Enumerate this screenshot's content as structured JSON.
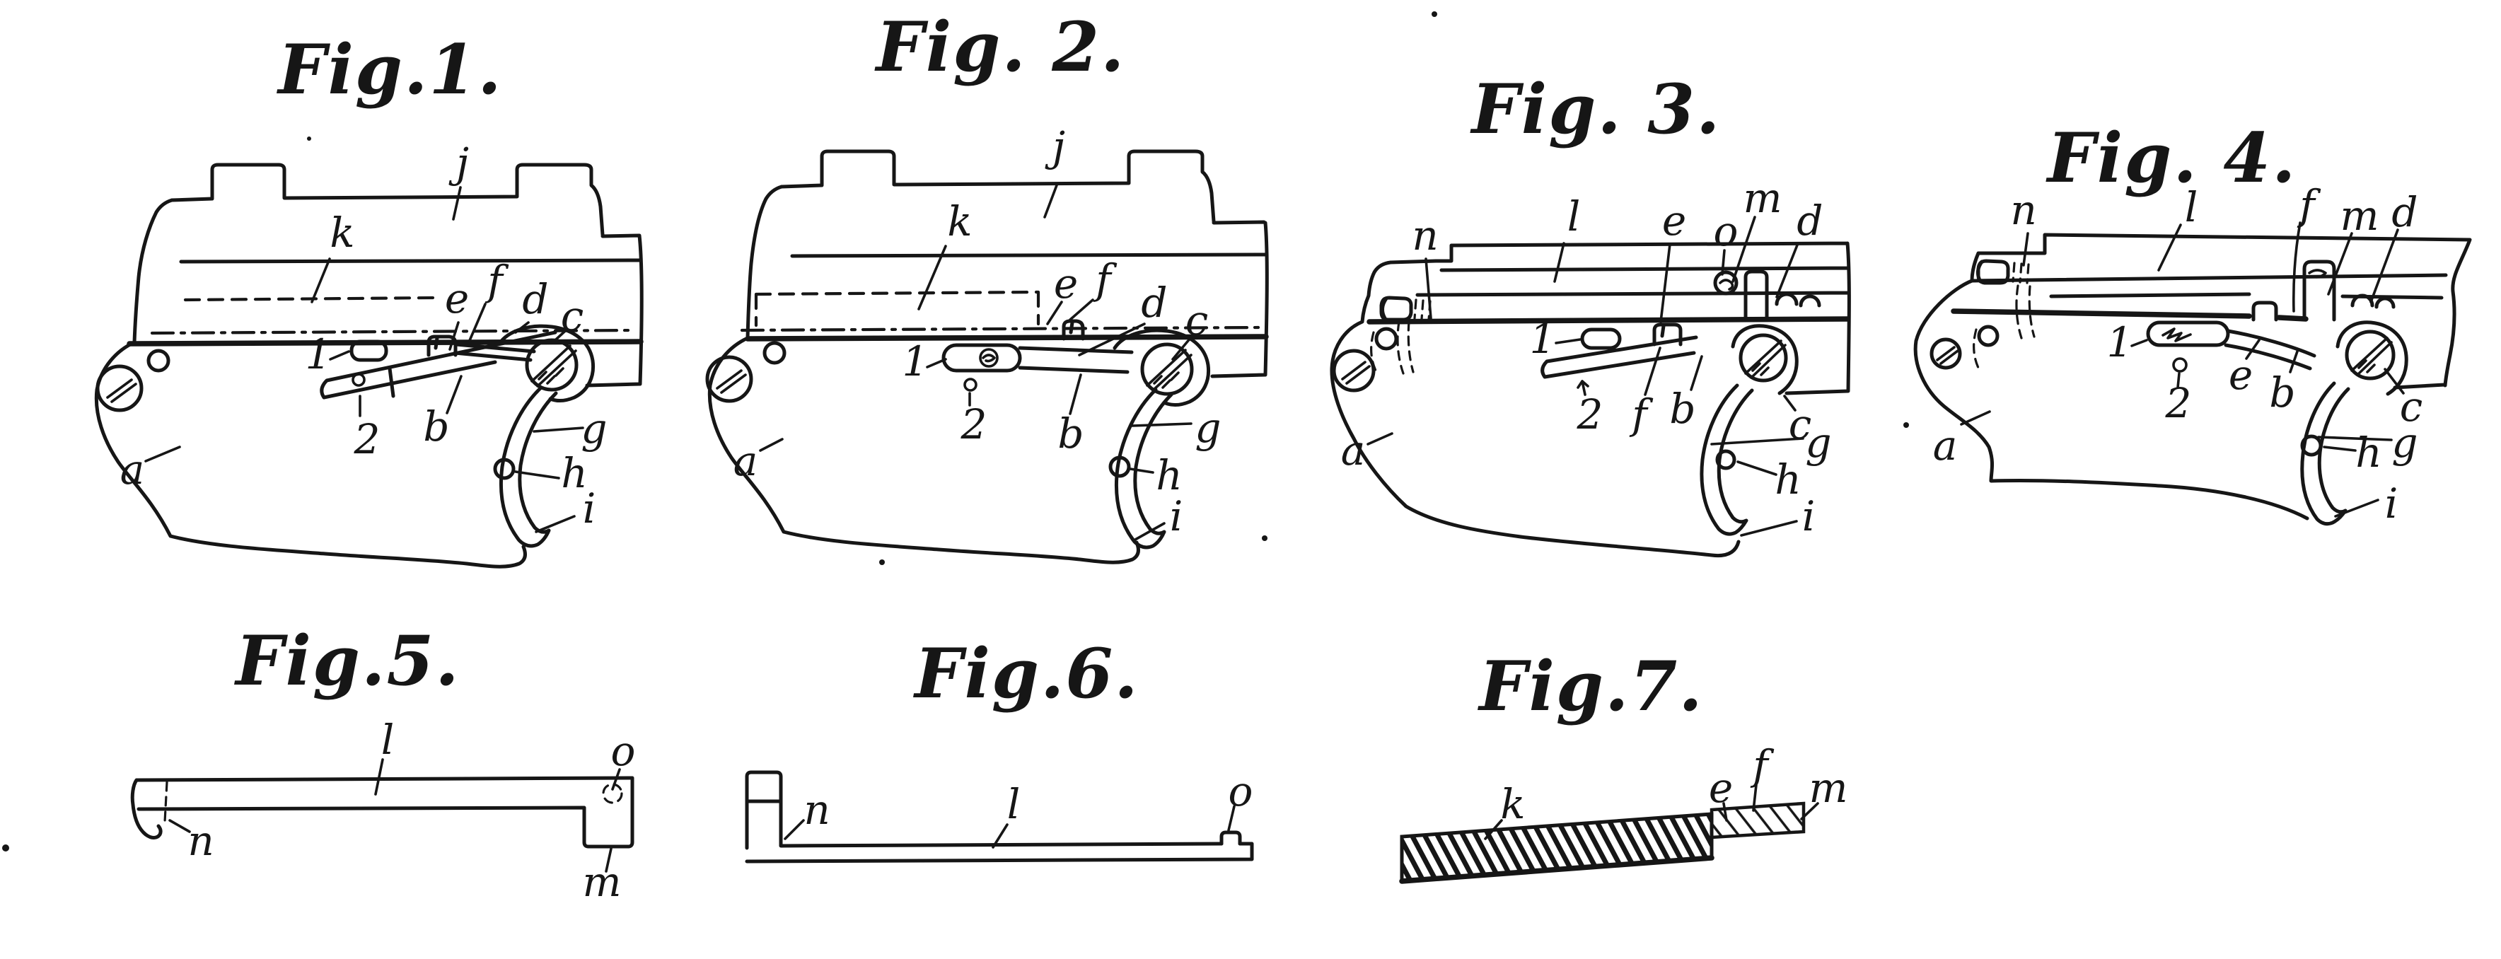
{
  "page": {
    "background": "#ffffff",
    "ink": "#161616",
    "kind": "patent-drawing-sheet"
  },
  "figures": [
    {
      "name": "fig1",
      "title": "Fig.1.",
      "labels": {
        "a": "a",
        "b": "b",
        "c": "c",
        "d": "d",
        "e": "e",
        "f": "f",
        "g": "g",
        "h": "h",
        "i": "i",
        "j": "j",
        "k": "k",
        "1": "1",
        "2": "2"
      }
    },
    {
      "name": "fig2",
      "title": "Fig. 2.",
      "labels": {
        "a": "a",
        "b": "b",
        "c": "c",
        "d": "d",
        "e": "e",
        "f": "f",
        "g": "g",
        "h": "h",
        "i": "i",
        "j": "j",
        "k": "k",
        "1": "1",
        "2": "2"
      }
    },
    {
      "name": "fig3",
      "title": "Fig. 3.",
      "labels": {
        "a": "a",
        "b": "b",
        "c": "c",
        "d": "d",
        "e": "e",
        "f": "f",
        "g": "g",
        "h": "h",
        "i": "i",
        "l": "l",
        "m": "m",
        "n": "n",
        "o": "o",
        "1": "1",
        "2": "2"
      }
    },
    {
      "name": "fig4",
      "title": "Fig. 4.",
      "labels": {
        "a": "a",
        "b": "b",
        "c": "c",
        "d": "d",
        "e": "e",
        "f": "f",
        "g": "g",
        "h": "h",
        "i": "i",
        "l": "l",
        "m": "m",
        "n": "n",
        "1": "1",
        "2": "2"
      }
    },
    {
      "name": "fig5",
      "title": "Fig.5.",
      "labels": {
        "l": "l",
        "m": "m",
        "n": "n",
        "o": "o"
      }
    },
    {
      "name": "fig6",
      "title": "Fig.6.",
      "labels": {
        "l": "l",
        "n": "n",
        "o": "o"
      }
    },
    {
      "name": "fig7",
      "title": "Fig.7.",
      "labels": {
        "e": "e",
        "f": "f",
        "k": "k",
        "m": "m"
      }
    }
  ]
}
